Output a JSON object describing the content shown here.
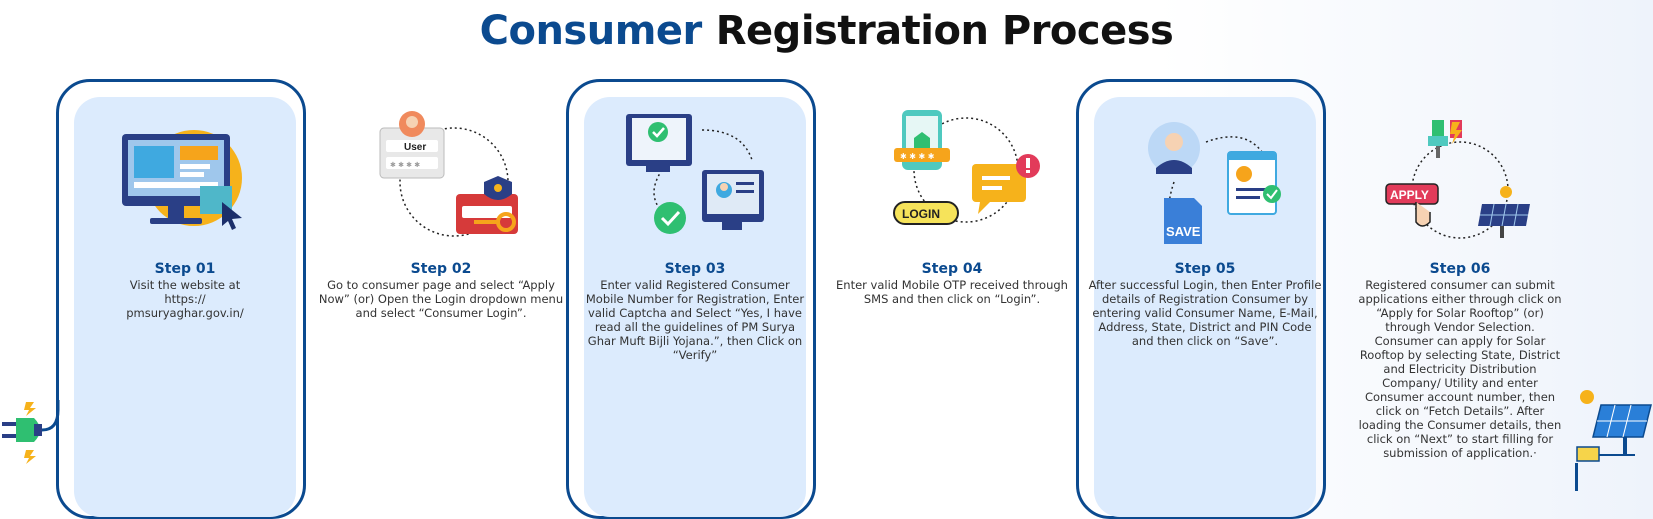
{
  "title": {
    "part1": "Consumer",
    "part2": "Registration Process"
  },
  "steps": [
    {
      "title": "Step 01",
      "desc": "Visit the website at https:// pmsuryaghar.gov.in/"
    },
    {
      "title": "Step 02",
      "desc": "Go to consumer page and select “Apply Now” (or) Open the Login dropdown menu and select “Consumer Login”."
    },
    {
      "title": "Step 03",
      "desc": "Enter valid Registered Consumer Mobile Number for Registration, Enter valid Captcha and Select “Yes, I have read all the guidelines of PM Surya Ghar Muft Bijli Yojana.”, then Click on “Verify”"
    },
    {
      "title": "Step 04",
      "desc": "Enter valid Mobile OTP received through SMS and then click on “Login”."
    },
    {
      "title": "Step 05",
      "desc": "After successful Login, then Enter Profile details of Registration Consumer by entering valid Consumer Name, E-Mail, Address, State, District and PIN Code and then click on “Save”."
    },
    {
      "title": "Step 06",
      "desc": "Registered consumer can submit applications either through click on “Apply for Solar Rooftop” (or) through Vendor Selection. Consumer can apply for Solar Rooftop by selecting State, District and Electricity Distribution Company/ Utility and enter Consumer account number, then click on “Fetch Details”. After loading the Consumer details, then click on “Next” to start filling for submission of application.·"
    }
  ],
  "icons": {
    "step1": "computer-icon",
    "step2": "user-login-icon",
    "step3": "registration-verify-icon",
    "step4": "otp-login-icon",
    "step5": "profile-save-icon",
    "step6": "apply-solar-icon"
  },
  "labels": {
    "user": "User",
    "password_mask": "✱ ✱ ✱ ✱",
    "otp_mask": "✱ ✱ ✱ ✱",
    "login": "LOGIN",
    "save": "SAVE",
    "apply": "APPLY"
  },
  "colors": {
    "brand": "#0b4a8f",
    "panel": "#dcebfd",
    "text": "#333333"
  }
}
